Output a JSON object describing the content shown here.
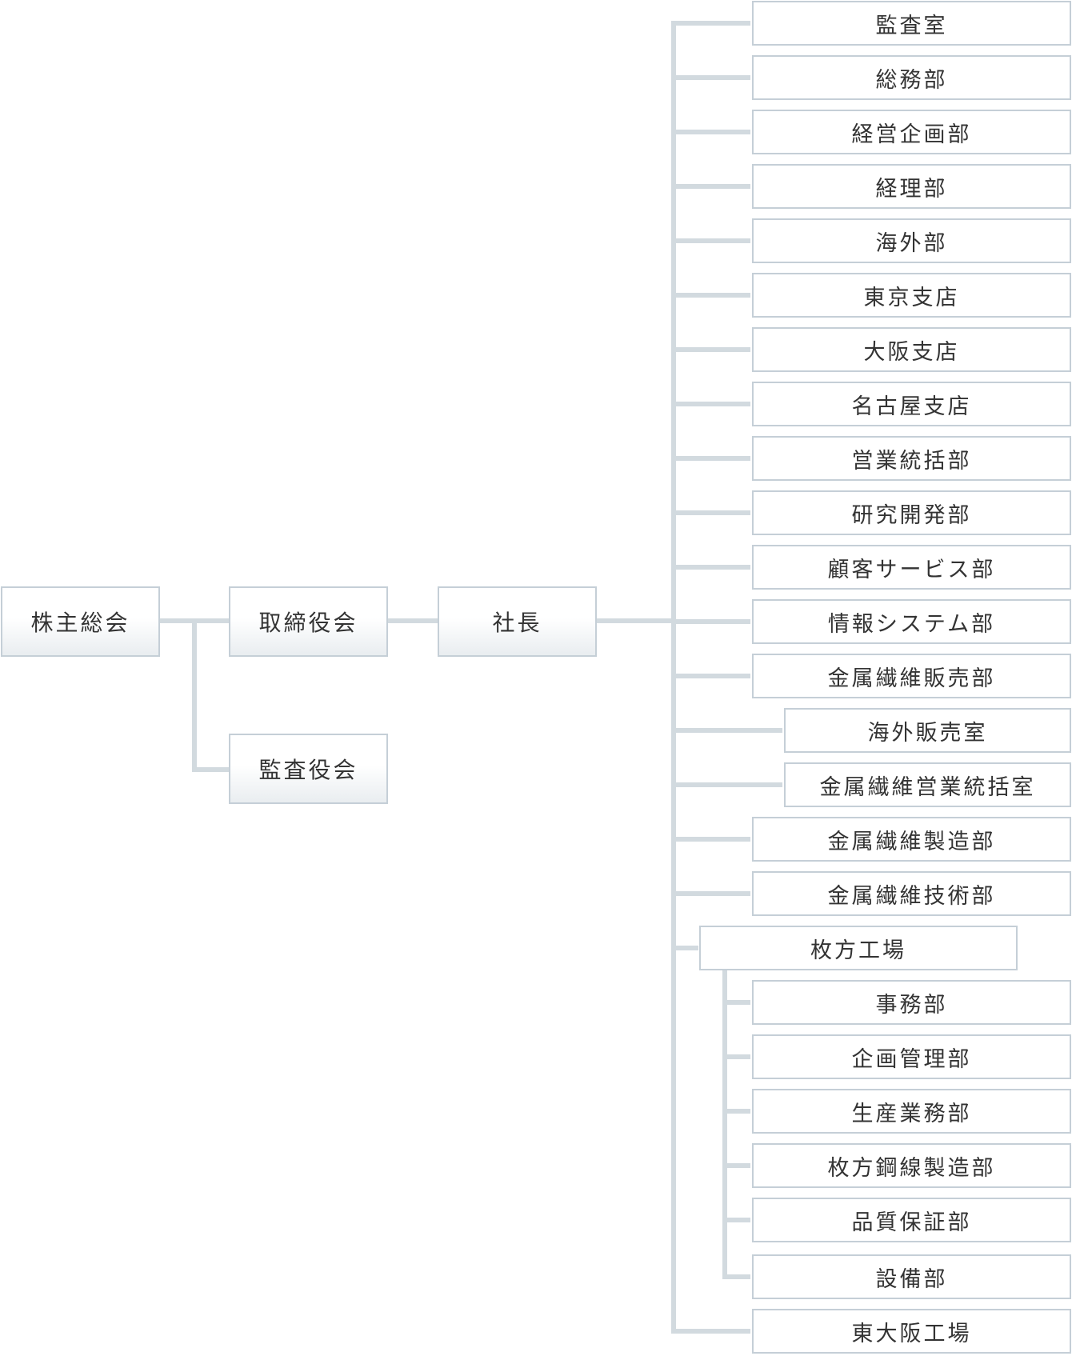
{
  "colors": {
    "line": "#d2dadf",
    "border": "#c5cfd7",
    "text": "#333333",
    "gradient_end": "#e9edf0"
  },
  "governance": {
    "shareholders": "株主総会",
    "board": "取締役会",
    "audit_board": "監査役会",
    "president": "社長"
  },
  "departments": [
    "監査室",
    "総務部",
    "経営企画部",
    "経理部",
    "海外部",
    "東京支店",
    "大阪支店",
    "名古屋支店",
    "営業統括部",
    "研究開発部",
    "顧客サービス部",
    "情報システム部",
    "金属繊維販売部",
    "海外販売室",
    "金属繊維営業統括室",
    "金属繊維製造部",
    "金属繊維技術部",
    "枚方工場",
    "事務部",
    "企画管理部",
    "生産業務部",
    "枚方鋼線製造部",
    "品質保証部",
    "設備部",
    "東大阪工場"
  ]
}
